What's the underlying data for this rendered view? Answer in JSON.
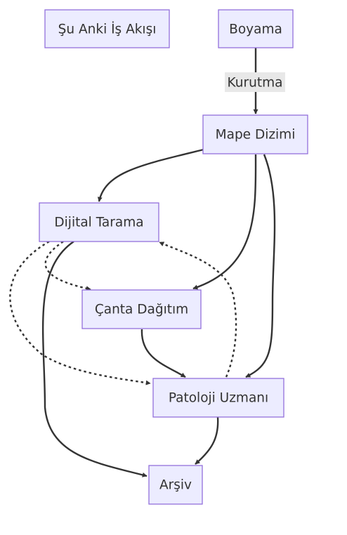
{
  "diagram": {
    "nodes": {
      "current": "Şu Anki İş Akışı",
      "boyama": "Boyama",
      "mape": "Mape Dizimi",
      "dijital": "Dijital Tarama",
      "canta": "Çanta Dağıtım",
      "patoloji": "Patoloji Uzmanı",
      "arsiv": "Arşiv"
    },
    "edge_labels": {
      "boyama_mape": "Kurutma"
    },
    "edges": [
      {
        "from": "boyama",
        "to": "mape",
        "style": "solid",
        "label": "Kurutma"
      },
      {
        "from": "mape",
        "to": "dijital",
        "style": "solid"
      },
      {
        "from": "mape",
        "to": "canta",
        "style": "solid"
      },
      {
        "from": "mape",
        "to": "patoloji",
        "style": "solid"
      },
      {
        "from": "dijital",
        "to": "canta",
        "style": "dotted"
      },
      {
        "from": "dijital",
        "to": "patoloji",
        "style": "dotted"
      },
      {
        "from": "dijital",
        "to": "arsiv",
        "style": "solid"
      },
      {
        "from": "canta",
        "to": "patoloji",
        "style": "solid"
      },
      {
        "from": "patoloji",
        "to": "dijital",
        "style": "dotted"
      },
      {
        "from": "patoloji",
        "to": "arsiv",
        "style": "solid"
      }
    ]
  }
}
